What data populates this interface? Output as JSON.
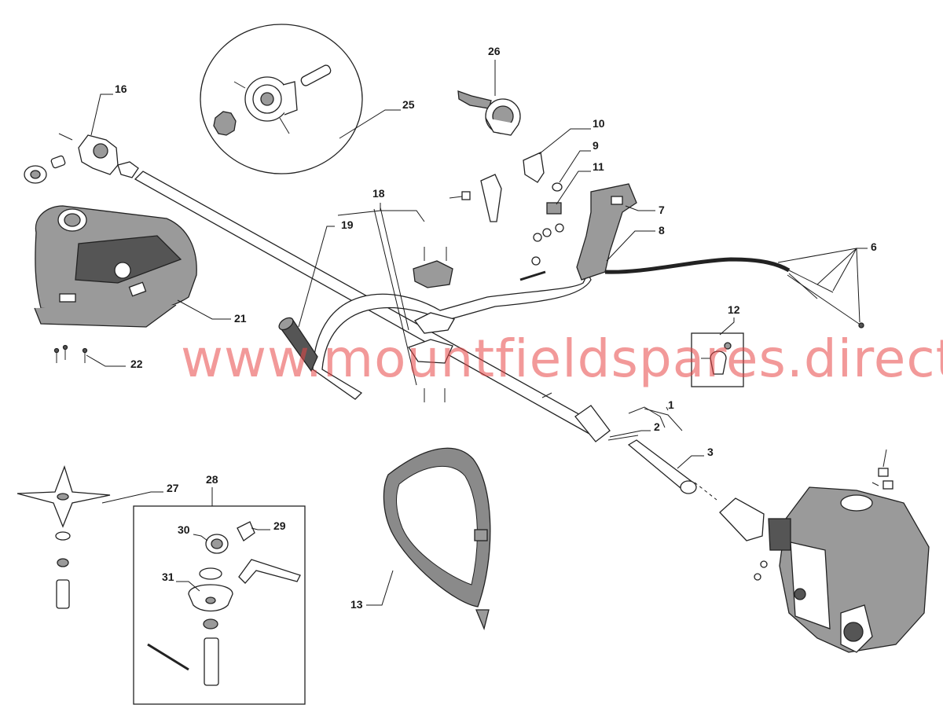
{
  "watermark": "www.mountfieldspares.direct",
  "callouts": [
    {
      "id": "26",
      "label": "26"
    },
    {
      "id": "16",
      "label": "16"
    },
    {
      "id": "25",
      "label": "25"
    },
    {
      "id": "10",
      "label": "10"
    },
    {
      "id": "9",
      "label": "9"
    },
    {
      "id": "11",
      "label": "11"
    },
    {
      "id": "18",
      "label": "18"
    },
    {
      "id": "7",
      "label": "7"
    },
    {
      "id": "19",
      "label": "19"
    },
    {
      "id": "8",
      "label": "8"
    },
    {
      "id": "6",
      "label": "6"
    },
    {
      "id": "21",
      "label": "21"
    },
    {
      "id": "12",
      "label": "12"
    },
    {
      "id": "22",
      "label": "22"
    },
    {
      "id": "1",
      "label": "1"
    },
    {
      "id": "2",
      "label": "2"
    },
    {
      "id": "3",
      "label": "3"
    },
    {
      "id": "28",
      "label": "28"
    },
    {
      "id": "27",
      "label": "27"
    },
    {
      "id": "30",
      "label": "30"
    },
    {
      "id": "29",
      "label": "29"
    },
    {
      "id": "31",
      "label": "31"
    },
    {
      "id": "13",
      "label": "13"
    }
  ]
}
